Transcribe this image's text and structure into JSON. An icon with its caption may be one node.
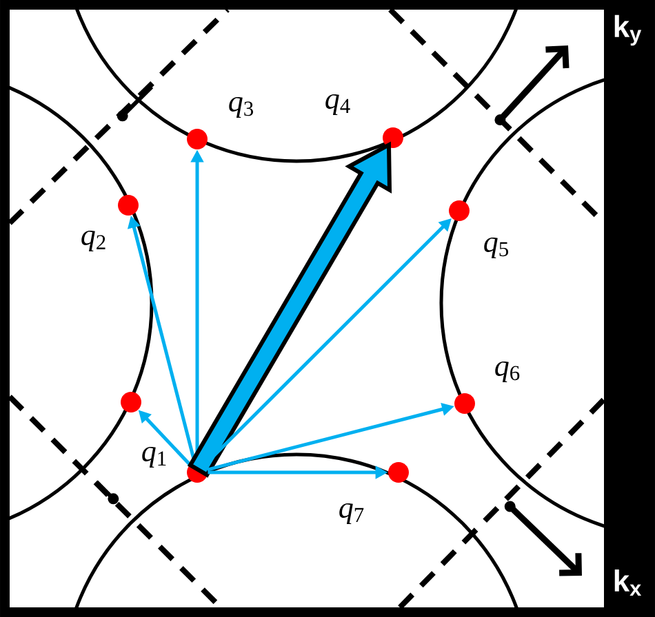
{
  "diagram": {
    "nodes": [
      {
        "text": [],
        "shape": "circle"
      },
      {
        "text": [],
        "shape": "circle",
        "beside": [
          "*q*$_{1}$"
        ]
      },
      {
        "text": [],
        "shape": "circle",
        "beside": [
          "*q*$_{2}$"
        ]
      },
      {
        "text": [],
        "shape": "circle",
        "beside": [
          "*q*$_{3}$"
        ]
      },
      {
        "text": [],
        "shape": "circle",
        "beside": [
          "*q*$_{4}$"
        ]
      },
      {
        "text": [],
        "shape": "circle",
        "beside": [
          "*q*$_{5}$"
        ]
      },
      {
        "text": [],
        "shape": "circle",
        "beside": [
          "*q*$_{6}$"
        ]
      },
      {
        "text": [],
        "shape": "circle",
        "beside": [
          "*q*$_{7}$"
        ]
      }
    ],
    "edges": [
      {
        "from": 0,
        "to": 1,
        "arrow": "to"
      },
      {
        "from": 0,
        "to": 2,
        "arrow": "to"
      },
      {
        "from": 0,
        "to": 3,
        "arrow": "to"
      },
      {
        "from": 0,
        "to": 4,
        "arrow": "to",
        "style": "thick"
      },
      {
        "from": 0,
        "to": 5,
        "arrow": "to"
      },
      {
        "from": 0,
        "to": 6,
        "arrow": "to"
      },
      {
        "from": 0,
        "to": 7,
        "arrow": "to"
      }
    ],
    "labels": [
      "k$_{y}$",
      "k$_{x}$"
    ]
  }
}
